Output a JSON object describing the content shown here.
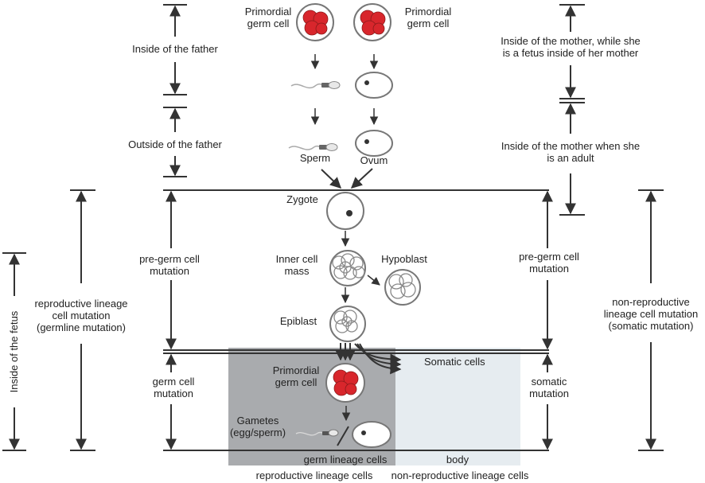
{
  "nodes": {
    "pgc_left": "Primordial\ngerm cell",
    "pgc_right": "Primordial\ngerm cell",
    "sperm": "Sperm",
    "ovum": "Ovum",
    "zygote": "Zygote",
    "inner_cell_mass": "Inner cell\nmass",
    "hypoblast": "Hypoblast",
    "epiblast": "Epiblast",
    "pgc_center": "Primordial\ngerm cell",
    "somatic_cells": "Somatic cells",
    "gametes": "Gametes\n(egg/sperm)"
  },
  "labels": {
    "inside_father": "Inside of the father",
    "outside_father": "Outside of the father",
    "mother_fetus": "Inside of the mother, while she\nis a fetus inside of her mother",
    "mother_adult": "Inside of the mother when she\nis an adult",
    "inside_fetus": "Inside of the fetus",
    "reproductive_mutation": "reproductive lineage\ncell mutation\n(germline mutation)",
    "non_reproductive_mutation": "non-reproductive\nlineage cell mutation\n(somatic mutation)",
    "pre_germ_left": "pre-germ cell\nmutation",
    "pre_germ_right": "pre-germ cell\nmutation",
    "germ_cell_mutation": "germ cell\nmutation",
    "somatic_mutation": "somatic\nmutation",
    "germ_lineage_cells": "germ lineage cells",
    "body": "body",
    "reproductive_lineage_cells": "reproductive lineage cells",
    "non_reproductive_lineage_cells": "non-reproductive lineage cells"
  },
  "colors": {
    "germ_region": "#a9abae",
    "body_region": "#e6ecf0",
    "cell_red": "#d8262c",
    "line": "#333333"
  }
}
